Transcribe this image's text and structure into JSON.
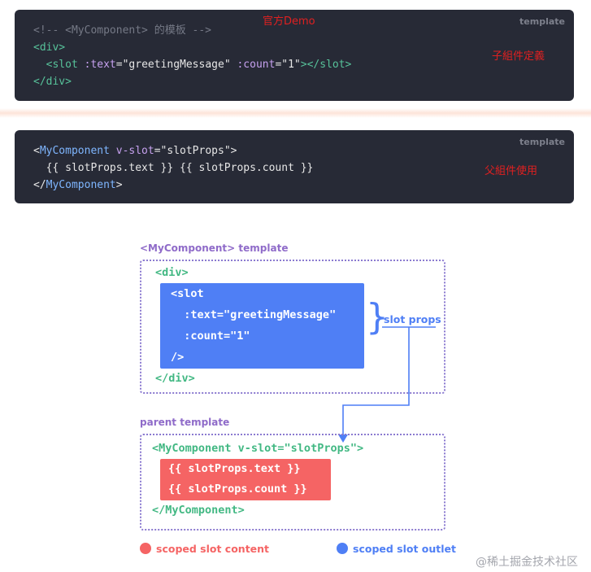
{
  "panel1": {
    "lang": "template",
    "comment": "<!-- <MyComponent> 的模板 -->",
    "note_title": "官方Demo",
    "note_side": "子組件定義",
    "line_div_open": "<div>",
    "slot_open": "<slot",
    "attr_text": ":text",
    "eq1": "=",
    "str_greeting": "\"greetingMessage\"",
    "attr_count": ":count",
    "eq2": "=",
    "str_one": "\"1\"",
    "slot_close": "></slot>",
    "line_div_close": "</div>"
  },
  "panel2": {
    "lang": "template",
    "note_side": "父組件使用",
    "lt": "<",
    "comp_name": "MyComponent",
    "vslot": " v-slot",
    "eq": "=",
    "str_props": "\"slotProps\"",
    "gt": ">",
    "line2": "  {{ slotProps.text }} {{ slotProps.count }}",
    "close_lt": "</",
    "close_name": "MyComponent",
    "close_gt": ">"
  },
  "diagram": {
    "child_label": "<MyComponent> template",
    "child_div_open": "<div>",
    "slot_line1": "<slot",
    "slot_line2": "  :text=\"greetingMessage\"",
    "slot_line3": "  :count=\"1\"",
    "slot_line4": "/>",
    "child_div_close": "</div>",
    "brace": "}",
    "slot_props_label": "slot props",
    "parent_label": "parent template",
    "parent_open": "<MyComponent v-slot=\"slotProps\">",
    "content_line1": "{{ slotProps.text }}",
    "content_line2": "{{ slotProps.count }}",
    "parent_close": "</MyComponent>",
    "legend_content": "scoped slot content",
    "legend_outlet": "scoped slot outlet",
    "colors": {
      "content": "#f56464",
      "outlet": "#4f7ff5",
      "purple": "#8f6bc9",
      "green": "#42b883",
      "panel_bg": "#272a36"
    }
  },
  "watermark": "@稀土掘金技术社区"
}
